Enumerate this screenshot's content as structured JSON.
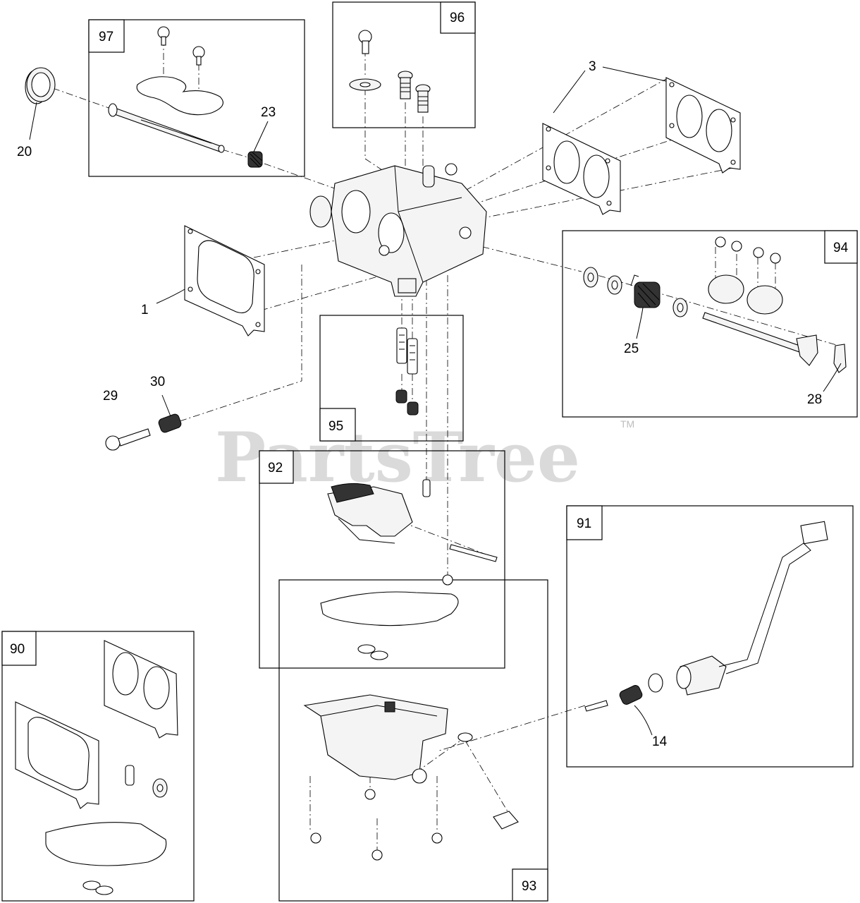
{
  "watermark": {
    "text": "PartsTree",
    "tm": "TM"
  },
  "kits": [
    {
      "id": "kit-97",
      "label": "97"
    },
    {
      "id": "kit-96",
      "label": "96"
    },
    {
      "id": "kit-94",
      "label": "94"
    },
    {
      "id": "kit-95",
      "label": "95"
    },
    {
      "id": "kit-92",
      "label": "92"
    },
    {
      "id": "kit-91",
      "label": "91"
    },
    {
      "id": "kit-90",
      "label": "90"
    },
    {
      "id": "kit-93",
      "label": "93"
    }
  ],
  "callouts": [
    {
      "id": "c20",
      "label": "20"
    },
    {
      "id": "c23",
      "label": "23"
    },
    {
      "id": "c3",
      "label": "3"
    },
    {
      "id": "c1",
      "label": "1"
    },
    {
      "id": "c25",
      "label": "25"
    },
    {
      "id": "c28",
      "label": "28"
    },
    {
      "id": "c29",
      "label": "29"
    },
    {
      "id": "c30",
      "label": "30"
    },
    {
      "id": "c14",
      "label": "14"
    }
  ]
}
